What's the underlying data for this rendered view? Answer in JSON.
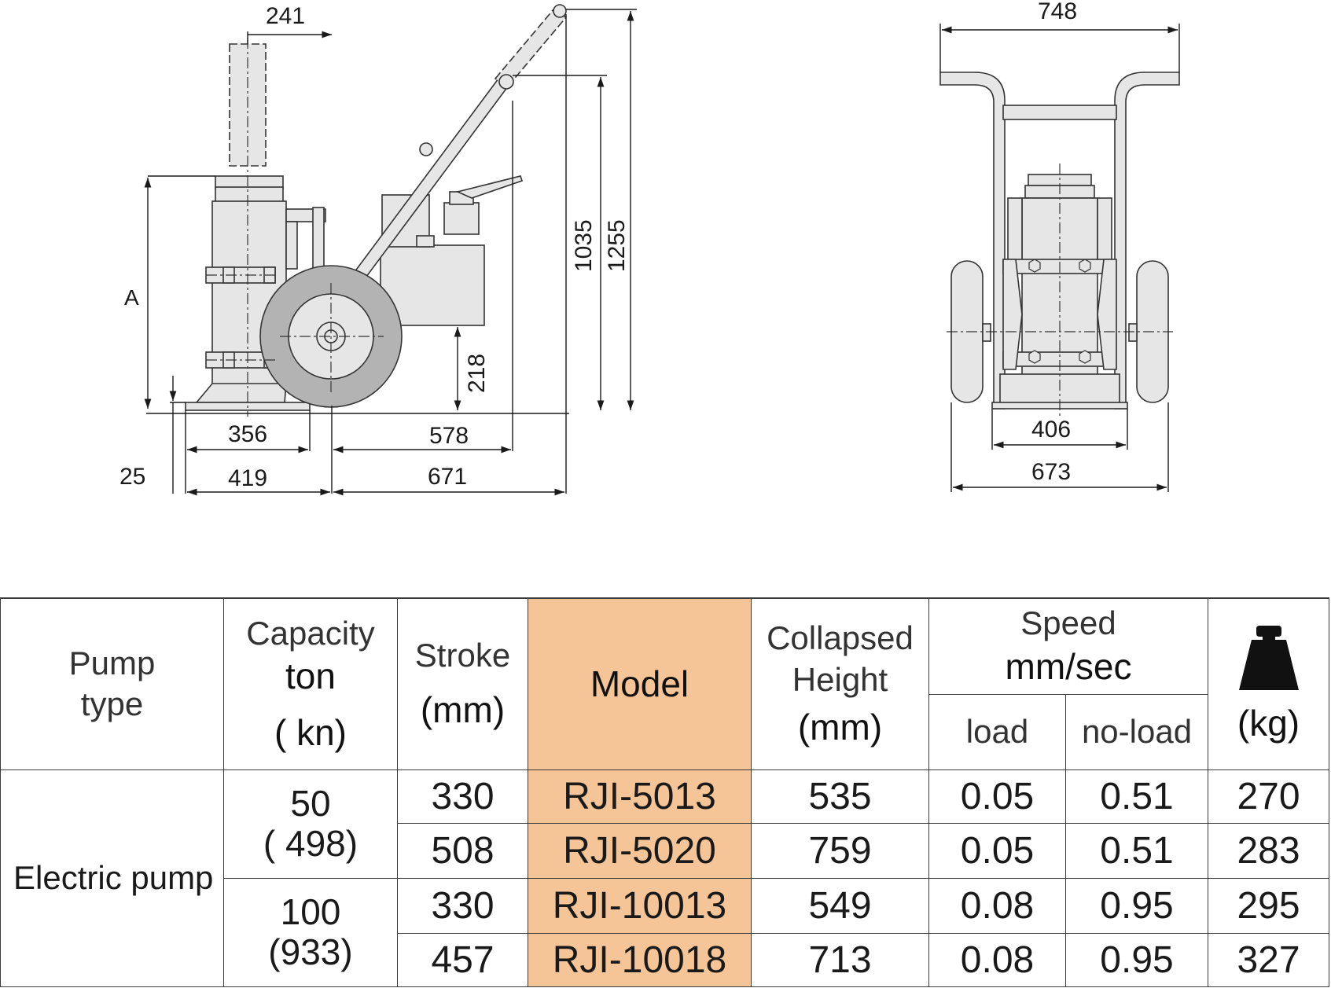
{
  "drawing": {
    "side_view": {
      "dim_top": "241",
      "dim_A": "A",
      "dim_1035": "1035",
      "dim_1255": "1255",
      "dim_218": "218",
      "dim_356": "356",
      "dim_578": "578",
      "dim_25": "25",
      "dim_419": "419",
      "dim_671": "671"
    },
    "front_view": {
      "dim_748": "748",
      "dim_406": "406",
      "dim_673": "673"
    }
  },
  "table": {
    "headers": {
      "pump_type": [
        "Pump",
        "type"
      ],
      "capacity": [
        "Capacity",
        "ton",
        "( kn)"
      ],
      "stroke": [
        "Stroke",
        "(mm)"
      ],
      "model": "Model",
      "collapsed": [
        "Collapsed",
        "Height",
        "(mm)"
      ],
      "speed": [
        "Speed",
        "mm/sec"
      ],
      "speed_load": "load",
      "speed_noload": "no-load",
      "weight_icon": "weight-icon",
      "weight_unit": "(kg)"
    },
    "pump_type_value": "Electric pump",
    "capacity_groups": [
      {
        "ton": "50",
        "kn": "( 498)"
      },
      {
        "ton": "100",
        "kn": "(933)"
      }
    ],
    "rows": [
      {
        "stroke": "330",
        "model": "RJI-5013",
        "collapsed": "535",
        "load": "0.05",
        "noload": "0.51",
        "weight": "270"
      },
      {
        "stroke": "508",
        "model": "RJI-5020",
        "collapsed": "759",
        "load": "0.05",
        "noload": "0.51",
        "weight": "283"
      },
      {
        "stroke": "330",
        "model": "RJI-10013",
        "collapsed": "549",
        "load": "0.08",
        "noload": "0.95",
        "weight": "295"
      },
      {
        "stroke": "457",
        "model": "RJI-10018",
        "collapsed": "713",
        "load": "0.08",
        "noload": "0.95",
        "weight": "327"
      }
    ],
    "colors": {
      "model_highlight": "#f6c597",
      "drawing_fill": "#e6e6e6",
      "wheel_fill": "#b3b3b3"
    }
  }
}
